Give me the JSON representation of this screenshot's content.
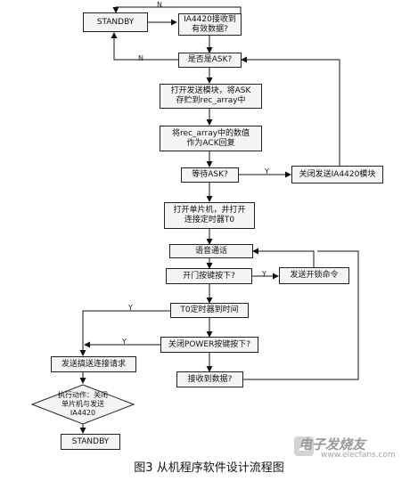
{
  "nodes": {
    "standby_top": "STANDBY",
    "receive": "IA4420接收到\n有效数据?",
    "is_ask": "是否是ASK?",
    "open_tx": "打开发送模块，将ASK\n存贮到rec_array中",
    "ack": "将rec_array中的数值\n作为ACK回复",
    "wait_ask": "等待ASK?",
    "close_tx": "关闭发送IA4420模块",
    "open_mcu": "打开单片机，并打开\n连接定时器T0",
    "voice": "语音通话",
    "door_key": "开门按键按下?",
    "send_unlock": "发送开锁命令",
    "t0_timeout": "T0定时器到时间",
    "power_key": "关闭POWER按键按下?",
    "received_data": "接收到数据?",
    "send_req": "发送搞送连接请求",
    "execute": "执行动作：关闭\n单片机与发送\nIA4420",
    "standby_bottom": "STANDBY"
  },
  "edge_labels": {
    "n_top": "N",
    "n_is_ask": "N",
    "y_wait": "Y",
    "y_door": "Y",
    "y_t0": "Y",
    "y_power": "Y"
  },
  "caption": "图3 从机程序软件设计流程图",
  "watermark": {
    "text": "电子发烧友",
    "url": "www.elecfans.com"
  }
}
